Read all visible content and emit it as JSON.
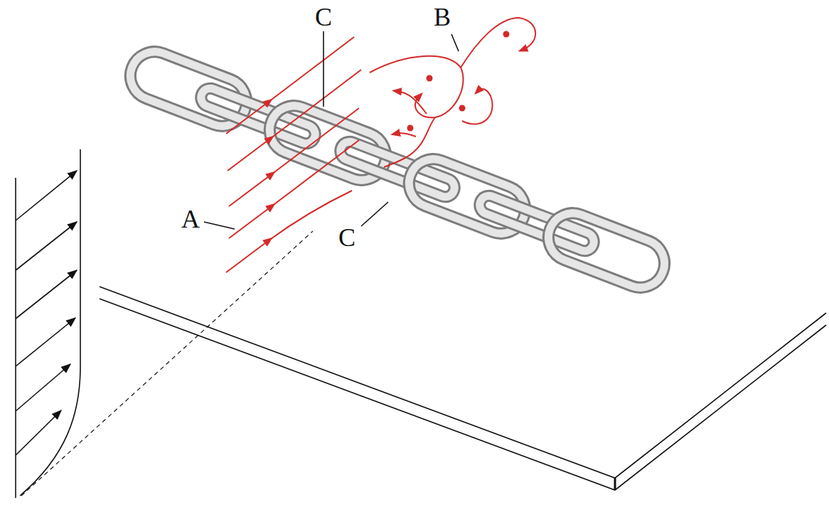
{
  "diagram": {
    "labels": [
      "C",
      "B",
      "A",
      "C"
    ]
  }
}
